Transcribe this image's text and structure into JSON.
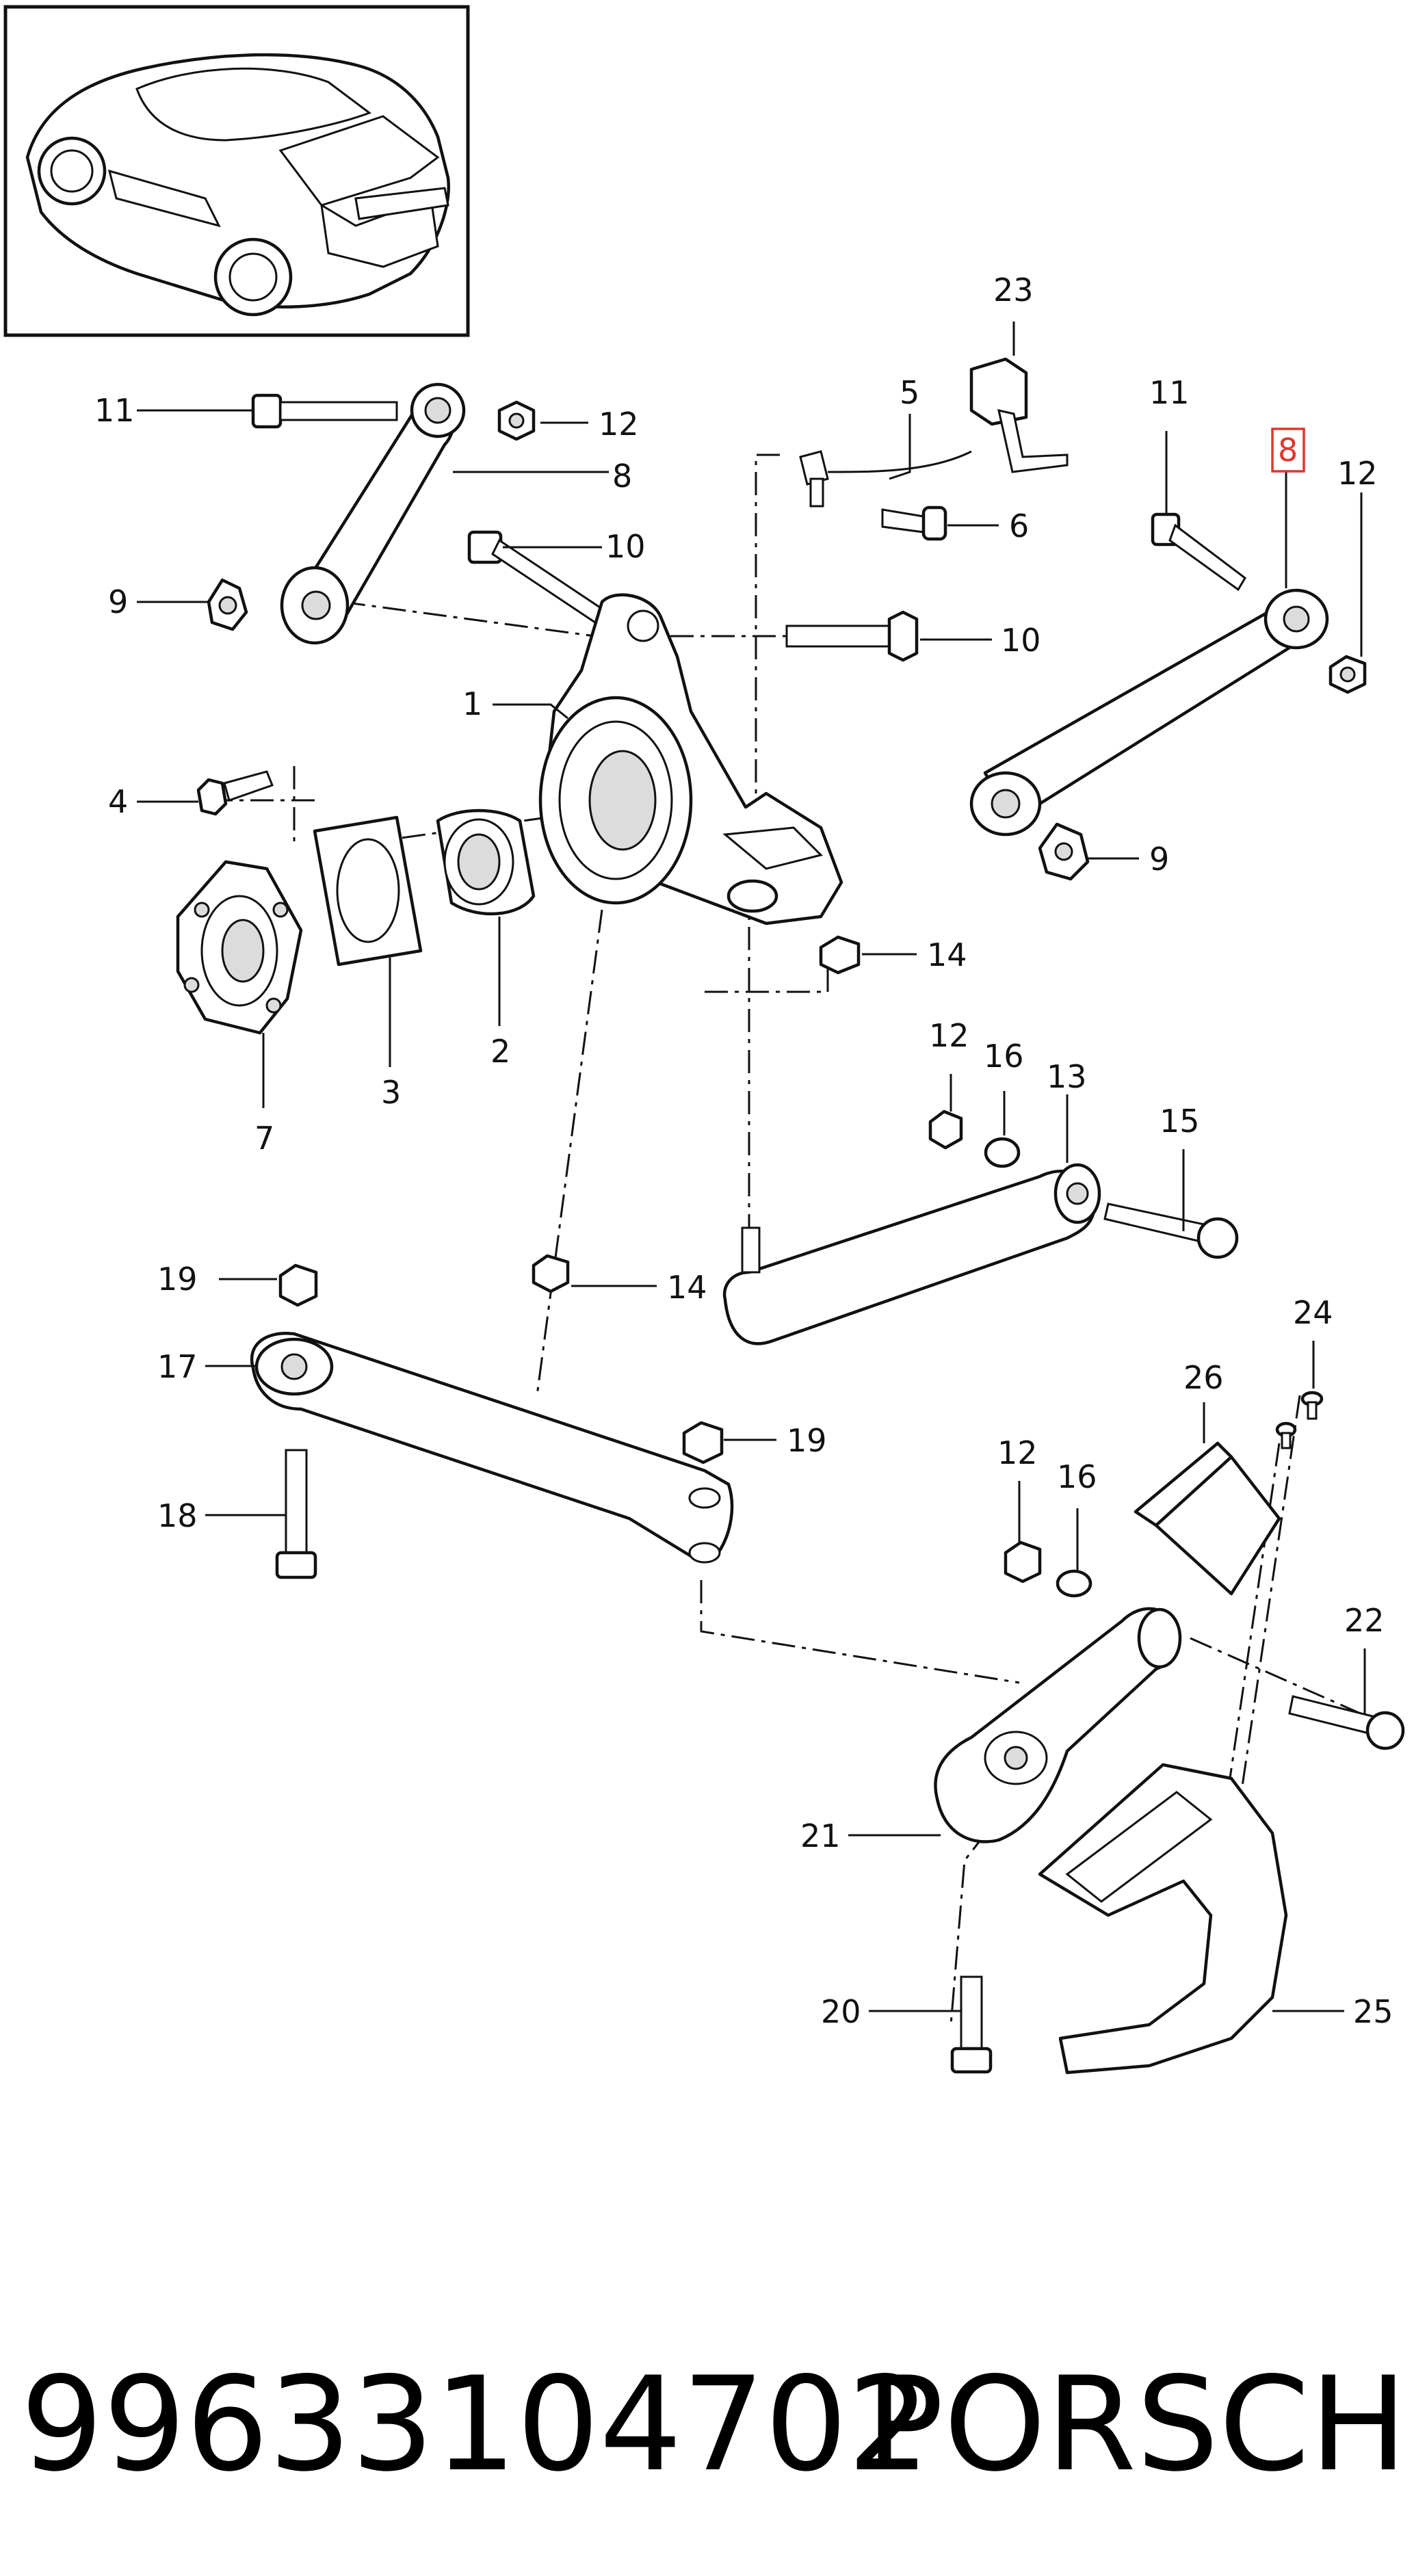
{
  "callouts": [
    {
      "id": "1",
      "label": "1"
    },
    {
      "id": "2",
      "label": "2"
    },
    {
      "id": "3",
      "label": "3"
    },
    {
      "id": "4",
      "label": "4"
    },
    {
      "id": "5",
      "label": "5"
    },
    {
      "id": "6",
      "label": "6"
    },
    {
      "id": "7",
      "label": "7"
    },
    {
      "id": "8a",
      "label": "8"
    },
    {
      "id": "8b",
      "label": "8",
      "highlighted": true
    },
    {
      "id": "9a",
      "label": "9"
    },
    {
      "id": "9b",
      "label": "9"
    },
    {
      "id": "10a",
      "label": "10"
    },
    {
      "id": "10b",
      "label": "10"
    },
    {
      "id": "11a",
      "label": "11"
    },
    {
      "id": "11b",
      "label": "11"
    },
    {
      "id": "12a",
      "label": "12"
    },
    {
      "id": "12b",
      "label": "12"
    },
    {
      "id": "12c",
      "label": "12"
    },
    {
      "id": "12d",
      "label": "12"
    },
    {
      "id": "13",
      "label": "13"
    },
    {
      "id": "14a",
      "label": "14"
    },
    {
      "id": "14b",
      "label": "14"
    },
    {
      "id": "15",
      "label": "15"
    },
    {
      "id": "16a",
      "label": "16"
    },
    {
      "id": "16b",
      "label": "16"
    },
    {
      "id": "17",
      "label": "17"
    },
    {
      "id": "18",
      "label": "18"
    },
    {
      "id": "19a",
      "label": "19"
    },
    {
      "id": "19b",
      "label": "19"
    },
    {
      "id": "20",
      "label": "20"
    },
    {
      "id": "21",
      "label": "21"
    },
    {
      "id": "22",
      "label": "22"
    },
    {
      "id": "23",
      "label": "23"
    },
    {
      "id": "24",
      "label": "24"
    },
    {
      "id": "25",
      "label": "25"
    },
    {
      "id": "26",
      "label": "26"
    }
  ],
  "footer": {
    "part_number": "99633104702",
    "brand": "PORSCHE"
  },
  "colors": {
    "highlight": "#e0362c",
    "line": "#111111",
    "background": "#ffffff"
  }
}
